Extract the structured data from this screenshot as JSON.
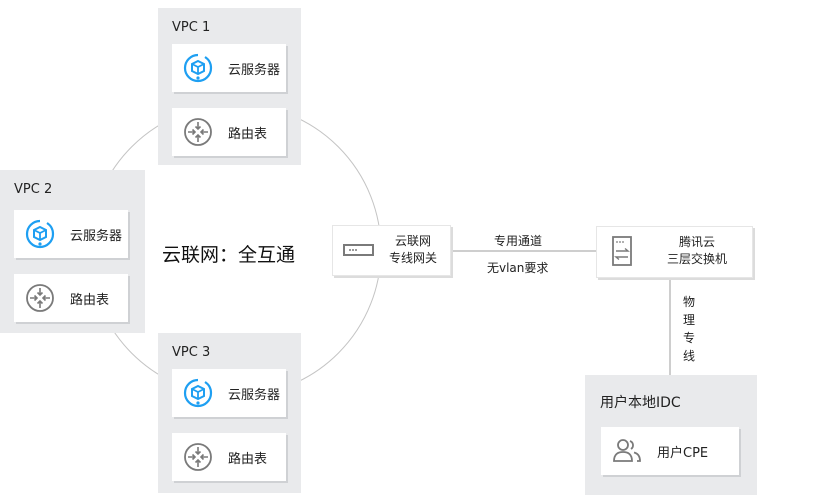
{
  "diagram": {
    "center_title": "云联网：全互通",
    "vpcs": [
      {
        "name": "VPC 1",
        "items": [
          {
            "label": "云服务器",
            "icon": "cloud-server-icon"
          },
          {
            "label": "路由表",
            "icon": "route-table-icon"
          }
        ]
      },
      {
        "name": "VPC 2",
        "items": [
          {
            "label": "云服务器",
            "icon": "cloud-server-icon"
          },
          {
            "label": "路由表",
            "icon": "route-table-icon"
          }
        ]
      },
      {
        "name": "VPC 3",
        "items": [
          {
            "label": "云服务器",
            "icon": "cloud-server-icon"
          },
          {
            "label": "路由表",
            "icon": "route-table-icon"
          }
        ]
      }
    ],
    "gateway": {
      "line1": "云联网",
      "line2": "专线网关",
      "icon": "gateway-icon"
    },
    "link": {
      "top": "专用通道",
      "bottom": "无vlan要求"
    },
    "switch": {
      "line1": "腾讯云",
      "line2": "三层交换机",
      "icon": "switch-icon"
    },
    "physical_line": [
      "物",
      "理",
      "专",
      "线"
    ],
    "idc": {
      "title": "用户本地IDC",
      "item": {
        "label": "用户CPE",
        "icon": "users-icon"
      }
    },
    "colors": {
      "accent": "#1e9ff2",
      "panel": "#e9eaec",
      "line": "#bdbdbd",
      "icon_gray": "#7a7a7a"
    }
  }
}
